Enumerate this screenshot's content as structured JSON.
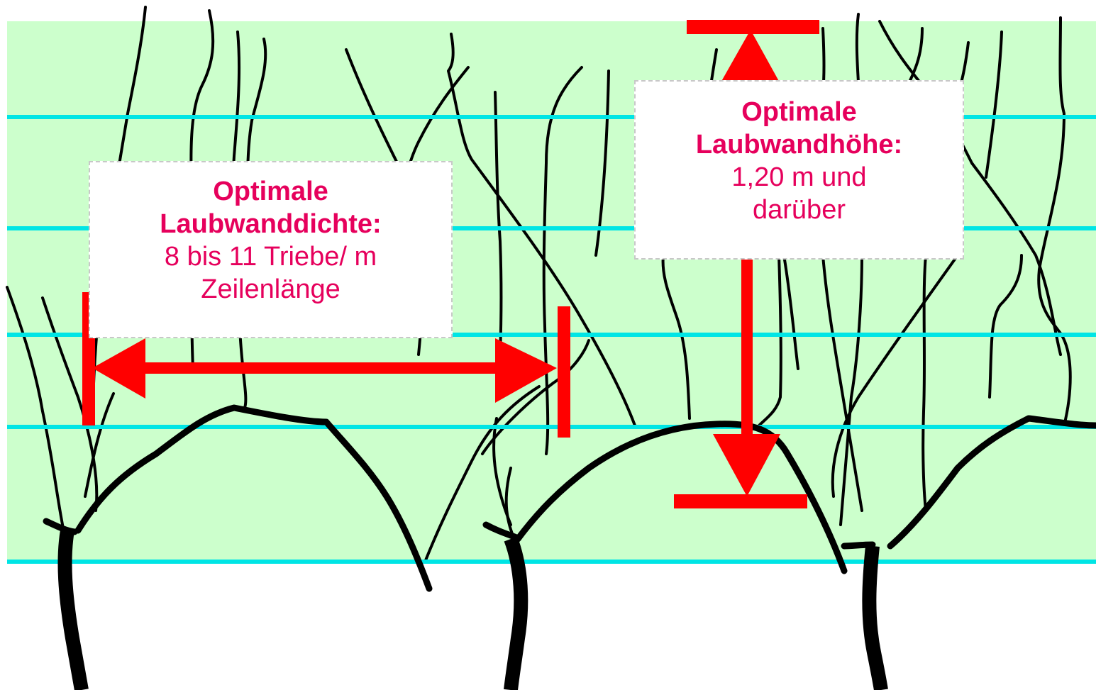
{
  "colors": {
    "background_band": "#ccffcc",
    "wires": "#00e5e5",
    "arrows": "#ff0000",
    "vine": "#000000",
    "label_text": "#e6005c"
  },
  "density_label": {
    "title_line1": "Optimale",
    "title_line2": "Laubwanddichte:",
    "value_line1": "8 bis 11 Triebe/ m",
    "value_line2": "Zeilenlänge"
  },
  "height_label": {
    "title_line1": "Optimale",
    "title_line2": "Laubwandhöhe:",
    "value_line1": "1,20 m und",
    "value_line2": "darüber"
  }
}
